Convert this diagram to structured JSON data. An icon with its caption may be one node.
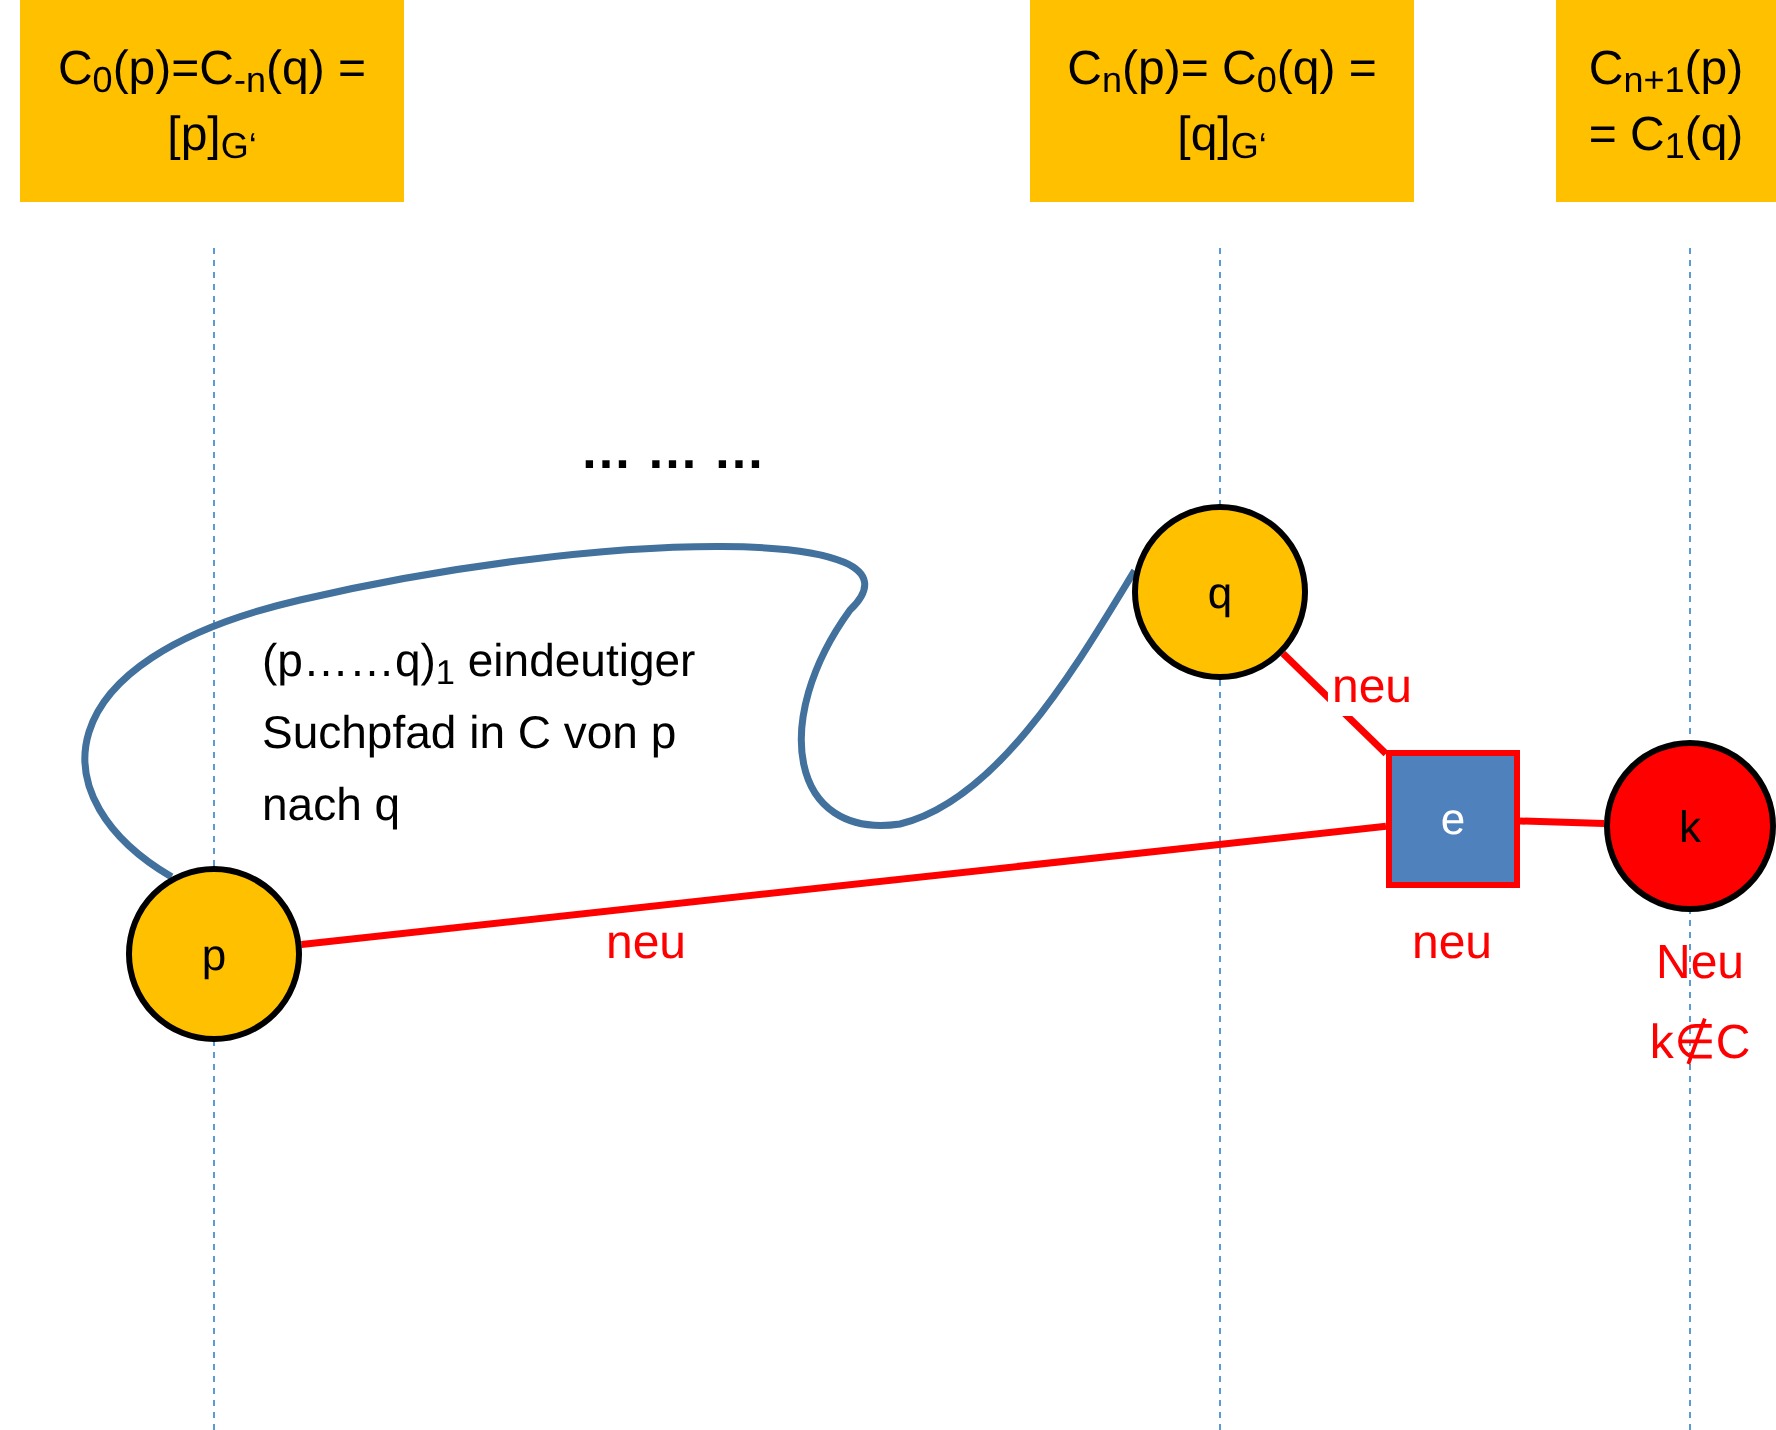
{
  "diagram": {
    "nodes": [
      {
        "text": [
          "C$_{0}$(p)=C$_{-n}$(q) = [p]$_{G‘}$"
        ]
      },
      {
        "text": [
          "C$_{n}$(p)= C$_{0}$(q) = [q]$_{G‘}$"
        ]
      },
      {
        "text": [
          "C$_{n+1}$(p) = C$_{1}$(q)"
        ]
      },
      {
        "text": [
          "p"
        ]
      },
      {
        "text": [
          "q"
        ]
      },
      {
        "text": [
          "e"
        ],
        "beside": [
          "neu"
        ]
      },
      {
        "text": [
          "k"
        ],
        "beside": [
          "Neu",
          "k∉C"
        ]
      }
    ],
    "edges": [
      {
        "from": 3,
        "to": 4,
        "arrow": "none",
        "color": "#41719c"
      },
      {
        "from": 3,
        "to": 5,
        "arrow": "none",
        "label": "neu"
      },
      {
        "from": 4,
        "to": 5,
        "arrow": "none",
        "label": "neu"
      },
      {
        "from": 5,
        "to": 6,
        "arrow": "none"
      }
    ],
    "labels": [
      "… … …",
      "(p……q)$_{1}$ eindeutiger Suchpfad in C von p nach q"
    ]
  }
}
